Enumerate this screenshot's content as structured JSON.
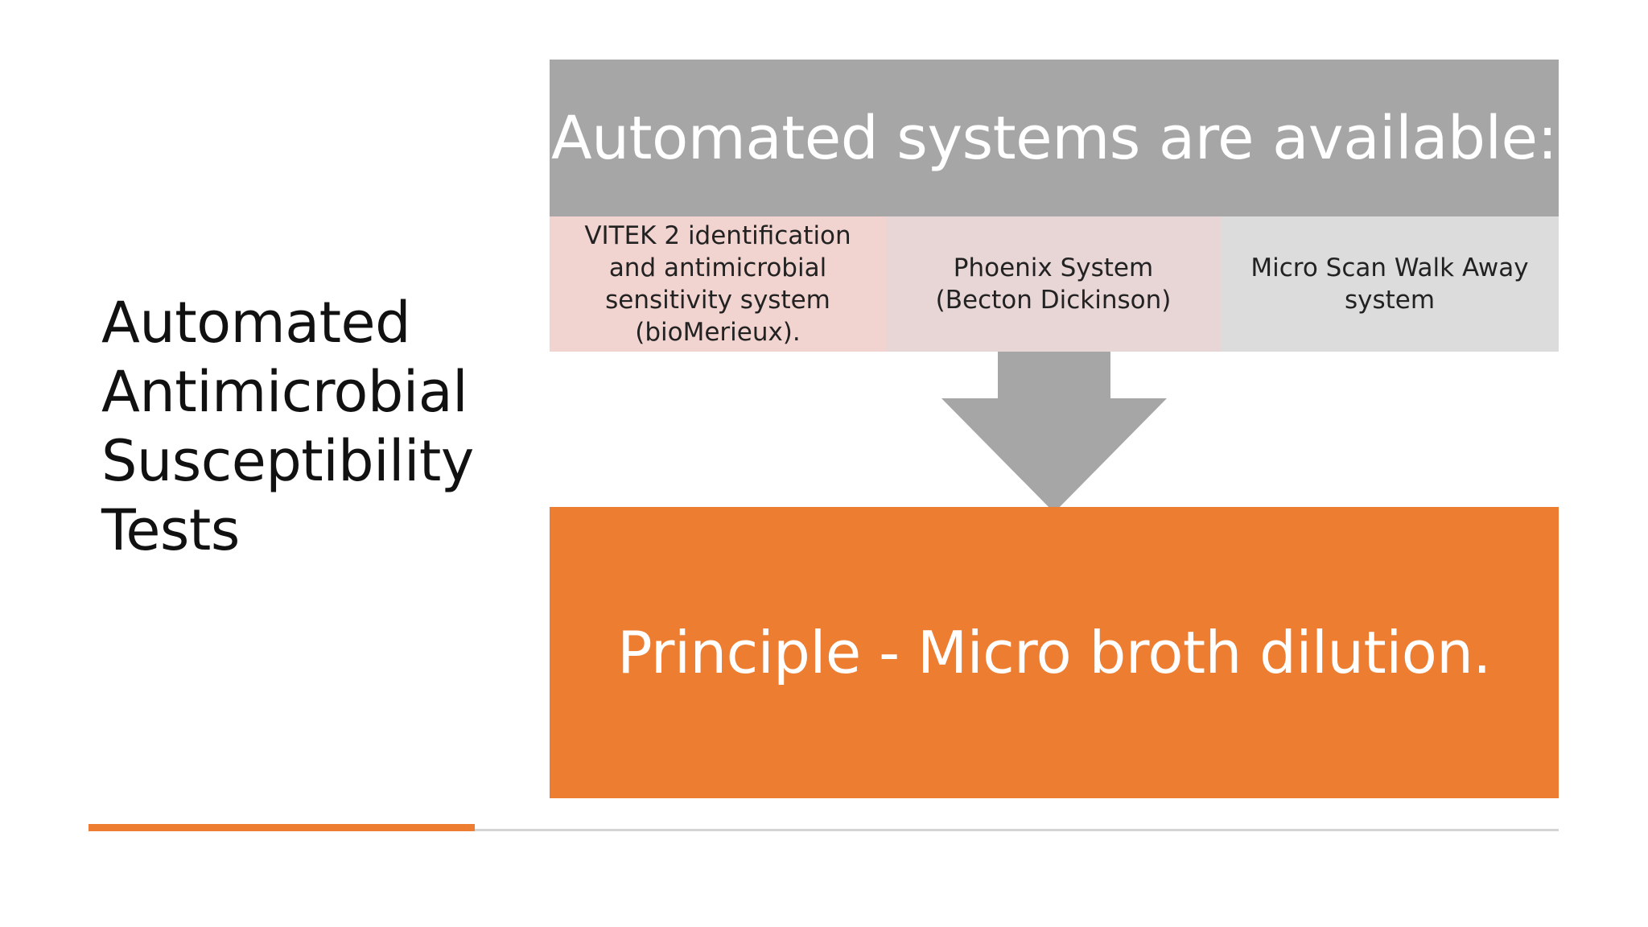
{
  "slide": {
    "title": "Automated\nAntimicrobial\nSusceptibility\nTests",
    "header": "Automated systems are available:",
    "systems": [
      {
        "label": "VITEK 2 identification and antimicrobial sensitivity system (bioMerieux)."
      },
      {
        "label": "Phoenix System (Becton Dickinson)"
      },
      {
        "label": "Micro Scan Walk Away system"
      }
    ],
    "principle": "Principle - Micro broth dilution."
  },
  "colors": {
    "header_bg": "#a6a6a6",
    "system_1_bg": "#f1d3cf",
    "system_2_bg": "#e8d5d6",
    "system_3_bg": "#dcdcdc",
    "arrow": "#a6a6a6",
    "principle_bg": "#ed7d31",
    "accent": "#ed7d31"
  },
  "icons": {
    "arrow": "down-arrow-icon"
  }
}
